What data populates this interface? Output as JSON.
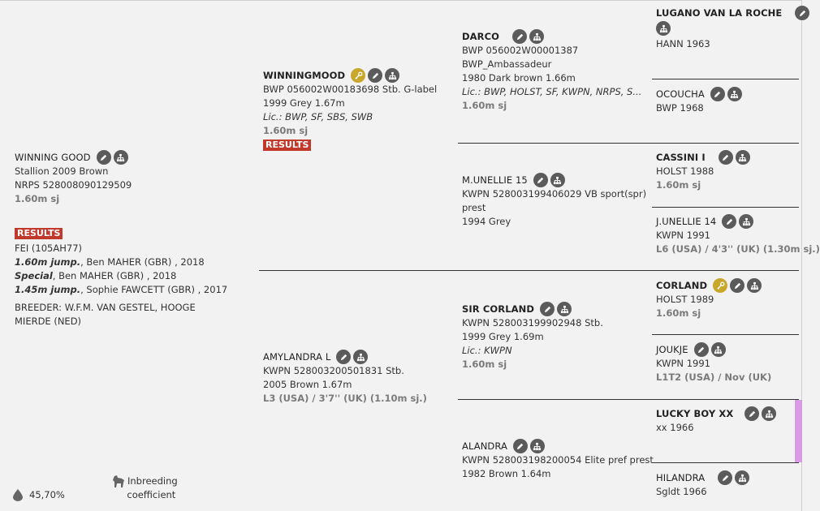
{
  "subject": {
    "name": "WINNING GOOD",
    "line1": "Stallion 2009 Brown",
    "line2": "NRPS 528008090129509",
    "level": "1.60m sj",
    "results_label": "RESULTS",
    "fei": "FEI (105AH77)",
    "performances": [
      {
        "level": "1.60m jump.",
        "rest": ", Ben MAHER (GBR) , 2018"
      },
      {
        "level": "Special",
        "rest": ", Ben MAHER (GBR) , 2018"
      },
      {
        "level": "1.45m jump.",
        "rest": ", Sophie FAWCETT (GBR) , 2017"
      }
    ],
    "breeder": "BREEDER: W.F.M. VAN GESTEL, HOOGE MIERDE (NED)",
    "inbreeding_value": "45,70%",
    "inbreeding_label_1": "Inbreeding",
    "inbreeding_label_2": "coefficient"
  },
  "sire": {
    "name": "WINNINGMOOD",
    "line1": "BWP 056002W00183698 Stb. G-label",
    "line2": "1999 Grey 1.67m",
    "lic": "Lic.: BWP, SF, SBS, SWB",
    "level": "1.60m sj",
    "results_label": "RESULTS"
  },
  "dam": {
    "name": "AMYLANDRA L",
    "line1": "KWPN 528003200501831 Stb.",
    "line2": "2005 Brown 1.67m",
    "level": "L3 (USA) / 3'7'' (UK) (1.10m sj.)"
  },
  "ss": {
    "name": "DARCO",
    "line1": "BWP 056002W00001387",
    "line2": "BWP_Ambassadeur",
    "line3": "1980 Dark brown 1.66m",
    "lic": "Lic.: BWP, HOLST, SF, KWPN, NRPS, S...",
    "level": "1.60m sj"
  },
  "sd": {
    "name": "M.UNELLIE 15",
    "line1": "KWPN 528003199406029 VB sport(spr)",
    "line2": "prest",
    "line3": "1994 Grey"
  },
  "ds": {
    "name": "SIR CORLAND",
    "line1": "KWPN 528003199902948 Stb.",
    "line2": "1999 Grey 1.69m",
    "lic": "Lic.: KWPN",
    "level": "1.60m sj"
  },
  "dd": {
    "name": "ALANDRA",
    "line1": "KWPN 528003198200054 Elite pref prest",
    "line2": "1982 Brown 1.64m"
  },
  "sss": {
    "name": "LUGANO VAN LA ROCHE",
    "line1": "HANN 1963"
  },
  "ssd": {
    "name": "OCOUCHA",
    "line1": "BWP 1968"
  },
  "sds": {
    "name": "CASSINI I",
    "line1": "HOLST 1988",
    "level": "1.60m sj"
  },
  "sdd": {
    "name": "J.UNELLIE 14",
    "line1": "KWPN 1991",
    "level": "L6 (USA) / 4'3'' (UK) (1.30m sj.)"
  },
  "dss": {
    "name": "CORLAND",
    "line1": "HOLST 1989",
    "level": "1.60m sj"
  },
  "dsd": {
    "name": "JOUKJE",
    "line1": "KWPN 1991",
    "level": "L1T2 (USA) / Nov (UK)"
  },
  "dds": {
    "name": "LUCKY BOY XX",
    "line1": "xx 1966"
  },
  "ddd": {
    "name": "HILANDRA",
    "line1": "Sgldt 1966"
  },
  "icons": {
    "edit": "pencil-icon",
    "tree": "pedigree-icon",
    "key": "key-icon",
    "horse": "horse-icon",
    "drop": "drop-icon"
  },
  "colors": {
    "results": "#c0392b",
    "icon": "#5b5b5b",
    "gold": "#c8a72a",
    "highlight": "#d99be6"
  }
}
